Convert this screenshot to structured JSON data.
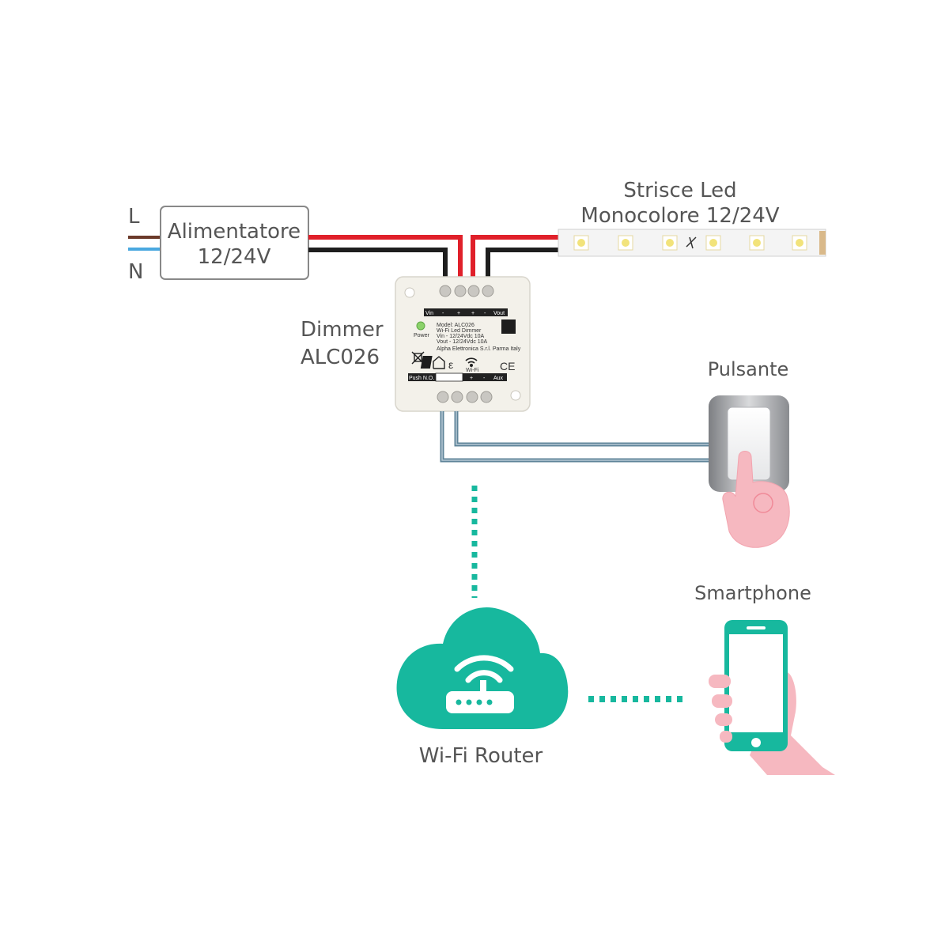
{
  "mains": {
    "line_label": "L",
    "neutral_label": "N"
  },
  "power_supply": {
    "line1": "Alimentatore",
    "line2": "12/24V"
  },
  "led_strip": {
    "line1": "Strisce Led",
    "line2": "Monocolore 12/24V"
  },
  "dimmer": {
    "line1": "Dimmer",
    "line2": "ALC026",
    "vin": "Vin",
    "minus": "-",
    "plus": "+",
    "vout": "Vout",
    "power": "Power",
    "model": "Model: ALC026",
    "description": "Wi-Fi Led Dimmer",
    "vin_rating": "Vin - 12/24Vdc 10A",
    "vout_rating": "Vout - 12/24Vdc 10A",
    "maker": "Alpha Elettronica S.r.l. Parma Italy",
    "wifi": "Wi-Fi",
    "ce": "CE",
    "push": "Push N.O.",
    "aux": "Aux"
  },
  "pushbutton": {
    "label": "Pulsante"
  },
  "router": {
    "label": "Wi-Fi Router"
  },
  "smartphone": {
    "label": "Smartphone"
  },
  "colors": {
    "teal": "#17b89e",
    "red_wire": "#e0202a",
    "black_wire": "#1e1e1e",
    "brown_wire": "#6b3a2a",
    "blue_wire": "#4aa8e0",
    "signal_wire": "#5f8499",
    "hand": "#f6b8c0"
  }
}
